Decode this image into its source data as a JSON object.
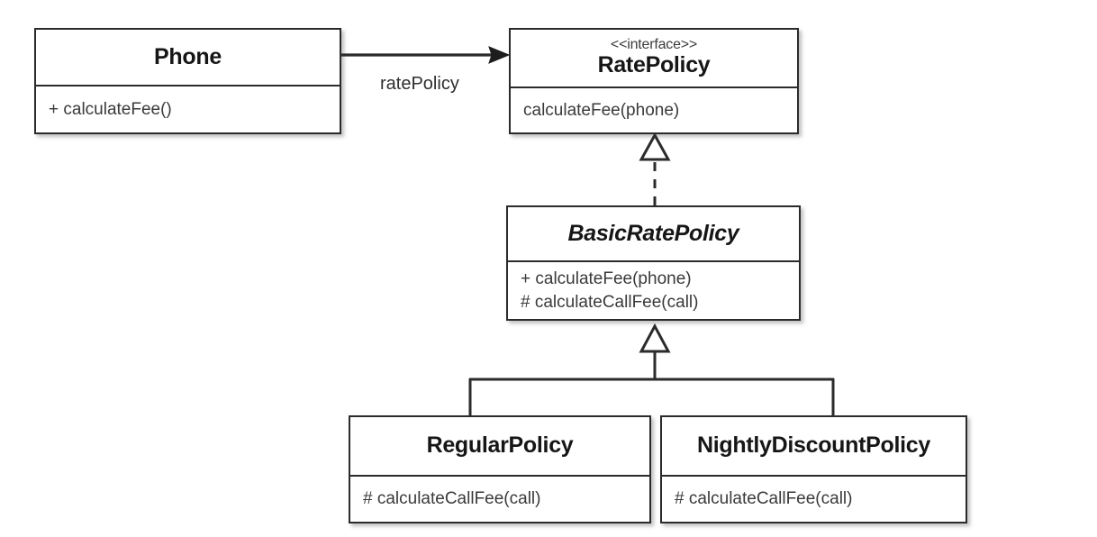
{
  "diagram": {
    "kind": "uml-class-diagram",
    "background": "#ffffff",
    "line_color": "#2b2b2b",
    "text_color": "#3a3a3a",
    "title_color": "#161616"
  },
  "classes": {
    "phone": {
      "name": "Phone",
      "stereotype": "",
      "abstract": false,
      "members": [
        "+ calculateFee()"
      ]
    },
    "rate_policy": {
      "name": "RatePolicy",
      "stereotype": "<<interface>>",
      "abstract": false,
      "members": [
        "calculateFee(phone)"
      ]
    },
    "basic_rate_policy": {
      "name": "BasicRatePolicy",
      "stereotype": "",
      "abstract": true,
      "members": [
        "+ calculateFee(phone)",
        "# calculateCallFee(call)"
      ]
    },
    "regular_policy": {
      "name": "RegularPolicy",
      "stereotype": "",
      "abstract": false,
      "members": [
        "# calculateCallFee(call)"
      ]
    },
    "nightly_discount_policy": {
      "name": "NightlyDiscountPolicy",
      "stereotype": "",
      "abstract": false,
      "members": [
        "# calculateCallFee(call)"
      ]
    }
  },
  "relationships": {
    "association": {
      "type": "association",
      "from": "Phone",
      "to": "RatePolicy",
      "label": "ratePolicy",
      "line_style": "solid",
      "arrow": "open-arrow"
    },
    "realization": {
      "type": "realization",
      "from": "BasicRatePolicy",
      "to": "RatePolicy",
      "label": "",
      "line_style": "dashed",
      "arrow": "hollow-triangle"
    },
    "generalization_regular": {
      "type": "generalization",
      "from": "RegularPolicy",
      "to": "BasicRatePolicy",
      "label": "",
      "line_style": "solid",
      "arrow": "hollow-triangle"
    },
    "generalization_nightly": {
      "type": "generalization",
      "from": "NightlyDiscountPolicy",
      "to": "BasicRatePolicy",
      "label": "",
      "line_style": "solid",
      "arrow": "hollow-triangle"
    }
  }
}
